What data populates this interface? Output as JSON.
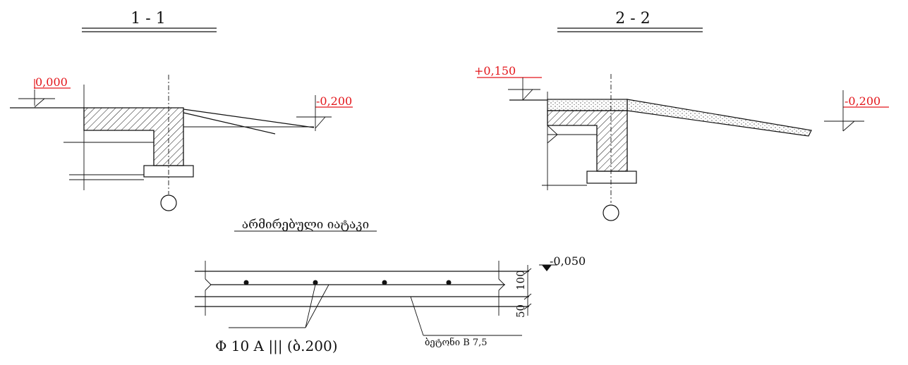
{
  "sections": [
    {
      "title": "1 - 1",
      "levels": [
        "0,000",
        "-0,200"
      ]
    },
    {
      "title": "2 - 2",
      "levels": [
        "+0,150",
        "-0,200"
      ]
    }
  ],
  "slab_detail": {
    "title": "არმირებული იატაკი",
    "level": "-0,050",
    "dim_upper": "100",
    "dim_lower": "50",
    "rebar_label": "Φ 10 A ||| (ბ.200)",
    "concrete_label": "ბეტონი B 7,5"
  },
  "colors": {
    "level_marks": "#e3161b",
    "lines": "#111111"
  }
}
